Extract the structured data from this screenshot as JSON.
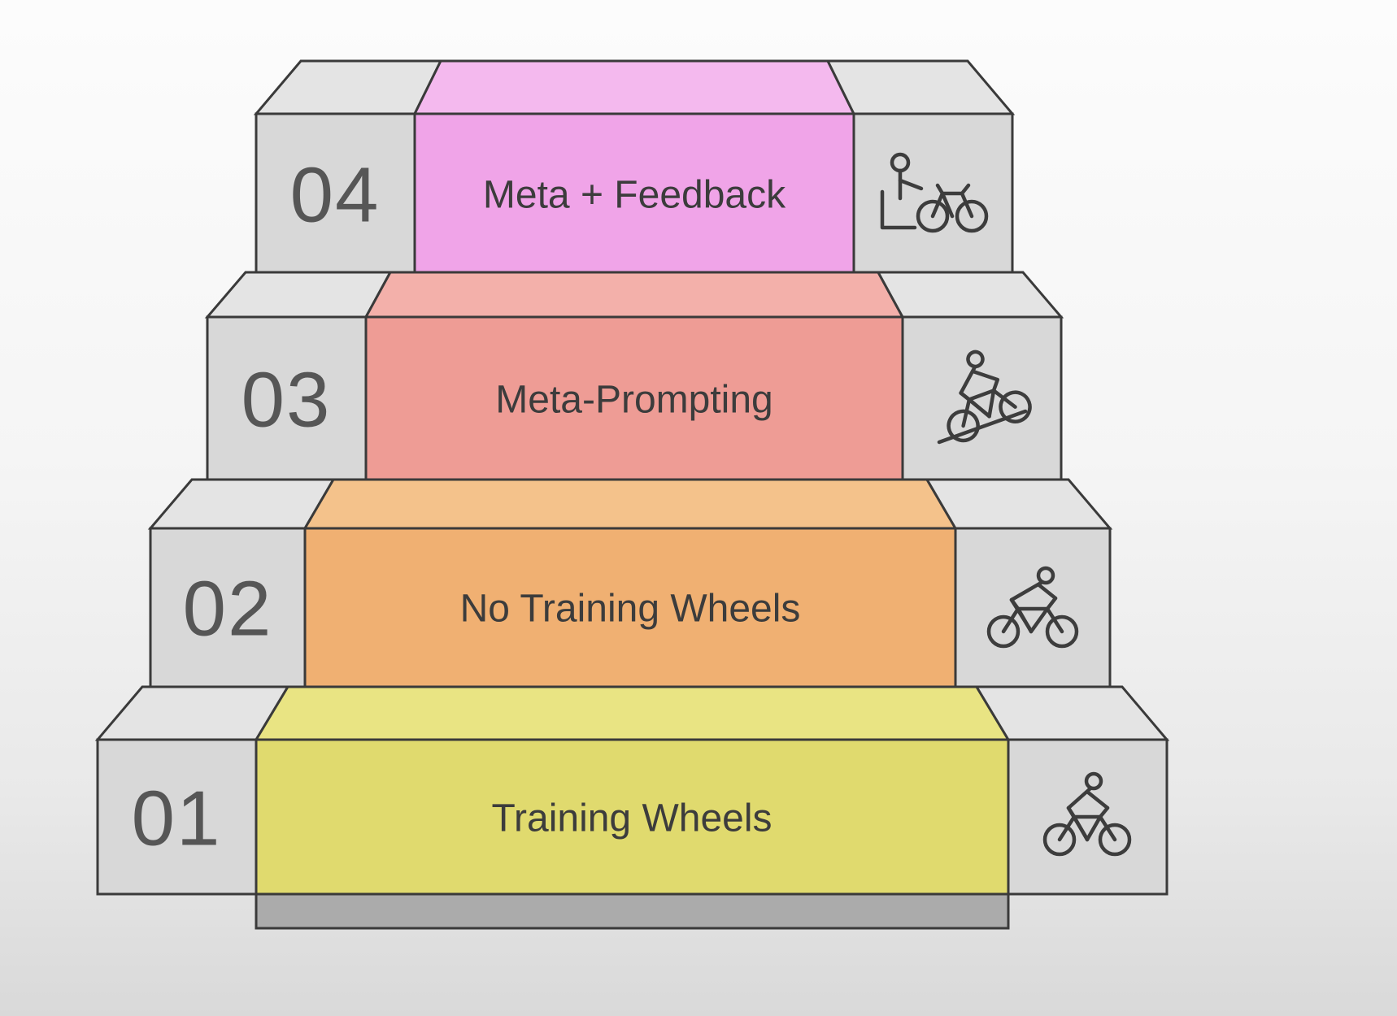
{
  "diagram": {
    "type": "staircase-levels",
    "steps": [
      {
        "number": "01",
        "label": "Training Wheels",
        "front_color": "#e0da6e",
        "top_color": "#e9e483",
        "icon": "cyclist-icon"
      },
      {
        "number": "02",
        "label": "No Training Wheels",
        "front_color": "#f0b072",
        "top_color": "#f4c28b",
        "icon": "leaning-cyclist-icon"
      },
      {
        "number": "03",
        "label": "Meta-Prompting",
        "front_color": "#ee9c95",
        "top_color": "#f3b0aa",
        "icon": "uphill-cyclist-icon"
      },
      {
        "number": "04",
        "label": "Meta + Feedback",
        "front_color": "#f0a4e8",
        "top_color": "#f4b9ee",
        "icon": "person-with-bike-icon"
      }
    ],
    "block_front_color": "#d8d8d8",
    "block_top_color": "#e4e4e4",
    "outline_color": "#3a3a3a",
    "number_color": "#565656",
    "label_color": "#3c3c3c",
    "base_color": "#ababab",
    "background_top": "#fcfcfc",
    "background_bottom": "#d9d9d9"
  }
}
